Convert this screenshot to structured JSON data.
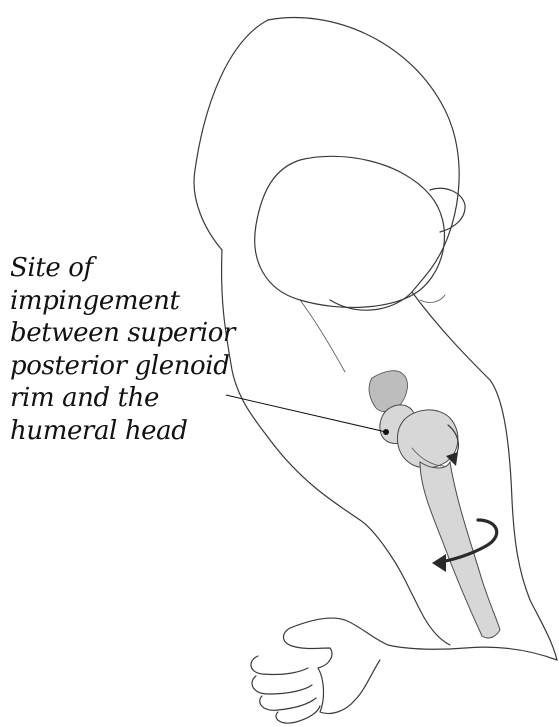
{
  "annotation": {
    "lines": [
      "Site of",
      "impingement",
      "between superior",
      "posterior glenoid",
      "rim and the",
      "humeral head"
    ]
  },
  "colors": {
    "outline": "#3a3a3a",
    "bone_fill": "#d7d7d7",
    "text": "#111111"
  },
  "icons": [
    "external-rotation-arrow-icon",
    "internal-rotation-arrow-icon"
  ]
}
